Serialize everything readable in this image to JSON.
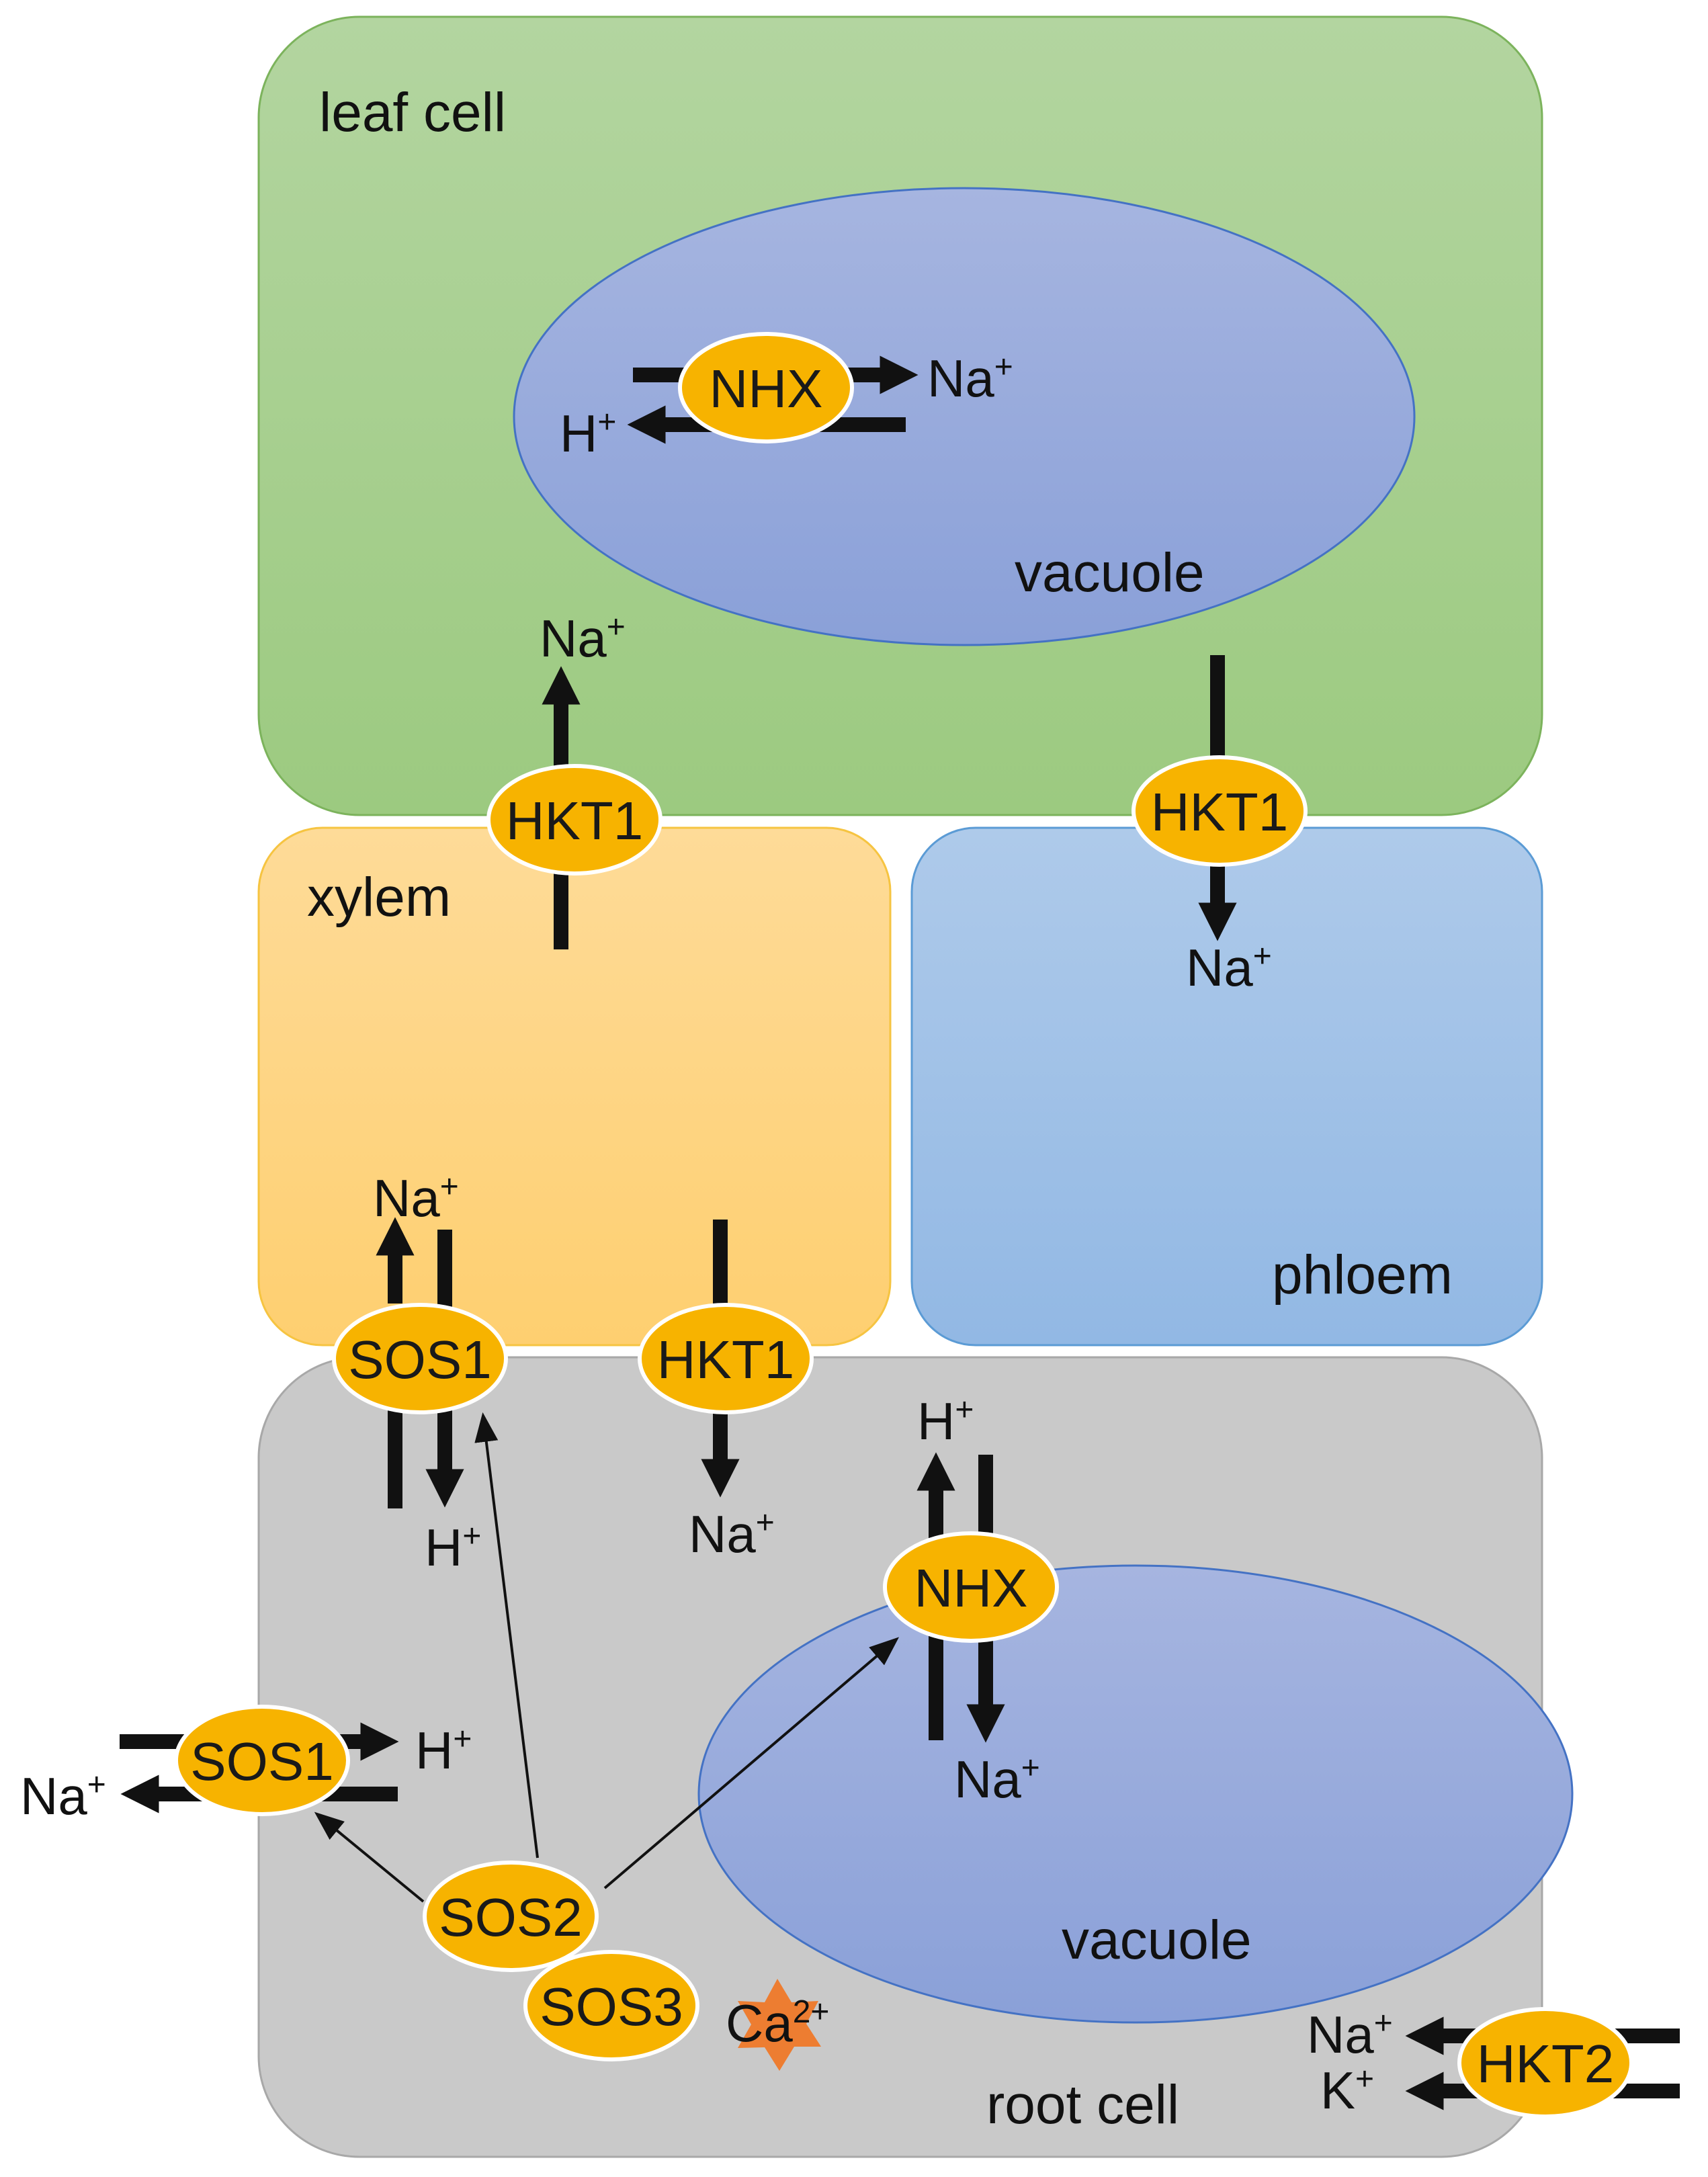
{
  "regions": {
    "leaf_cell": "leaf cell",
    "xylem": "xylem",
    "phloem": "phloem",
    "root_cell": "root cell",
    "leaf_vacuole": "vacuole",
    "root_vacuole": "vacuole"
  },
  "proteins": {
    "nhx_leaf": "NHX",
    "hkt1_xylem_leaf": "HKT1",
    "hkt1_leaf_phloem": "HKT1",
    "sos1_xylem": "SOS1",
    "hkt1_xylem_root": "HKT1",
    "nhx_root": "NHX",
    "sos1_outer": "SOS1",
    "sos2": "SOS2",
    "sos3": "SOS3",
    "hkt2": "HKT2"
  },
  "ions": {
    "na": "Na",
    "h": "H",
    "k": "K",
    "ca": "Ca",
    "plus": "+",
    "ca_charge": "2+"
  },
  "colors": {
    "leaf_cell": "#a8d08d",
    "xylem": "#fed580",
    "phloem": "#a0c0e6",
    "root_cell": "#c8c8c8",
    "vacuole": "#97a8d8",
    "protein": "#f7b300",
    "calcium": "#ed7d31"
  }
}
